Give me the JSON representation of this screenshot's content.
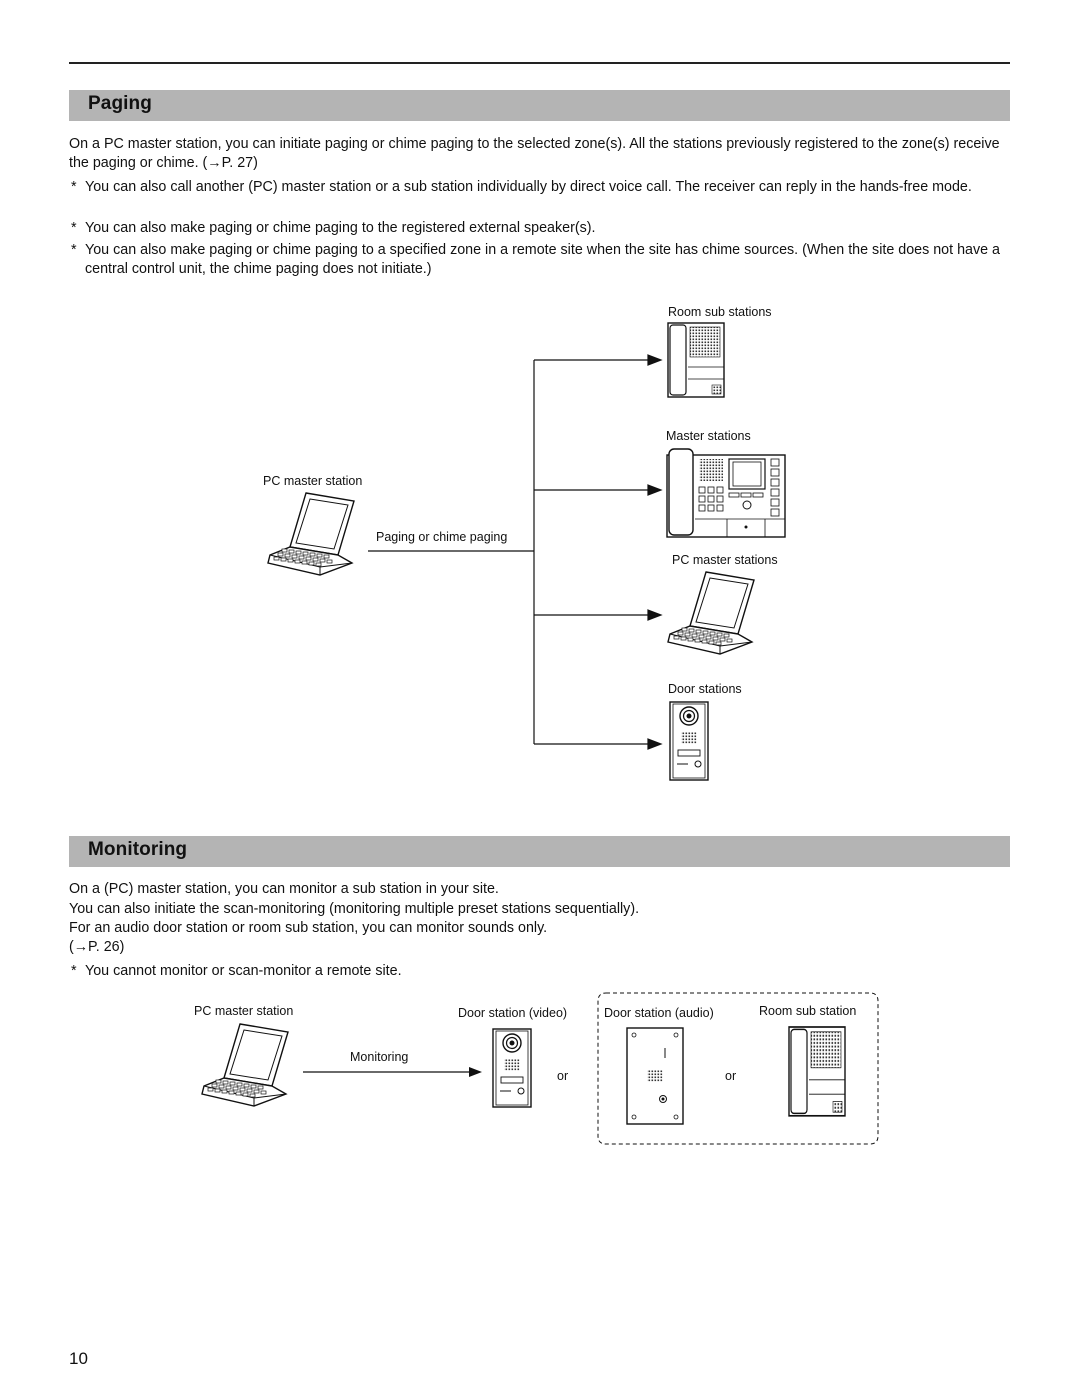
{
  "paging": {
    "title": "Paging",
    "intro": "On a PC master station, you can initiate paging or chime paging to the selected zone(s). All the stations previously registered to the zone(s) receive the paging or chime. (→P. 27)",
    "notes": [
      "You can also call another (PC) master station or a sub station individually by direct voice call. The receiver can reply in the hands-free mode.",
      "You can also make paging or chime paging to the registered external speaker(s).",
      "You can also make paging or chime paging to a specified zone in a remote site when the site has chime sources. (When the site does not have a central control unit, the chime paging does not initiate.)"
    ],
    "note_marker": "*",
    "diagram": {
      "source_label": "PC master station",
      "line_label": "Paging or chime paging",
      "targets": [
        "Room sub stations",
        "Master stations",
        "PC master stations",
        "Door stations"
      ]
    }
  },
  "monitoring": {
    "title": "Monitoring",
    "lines": [
      "On a (PC) master station, you can monitor a sub station in your site.",
      "You can also initiate the scan-monitoring (monitoring multiple preset stations sequentially).",
      "For an audio door station or room sub station, you can monitor sounds only.",
      "(→P. 26)"
    ],
    "note": "You cannot monitor or scan-monitor a remote site.",
    "note_marker": "*",
    "diagram": {
      "source_label": "PC master station",
      "line_label": "Monitoring",
      "door_video": "Door station (video)",
      "door_audio": "Door station (audio)",
      "room_sub": "Room sub station",
      "or1": "or",
      "or2": "or"
    }
  },
  "page_number": "10"
}
